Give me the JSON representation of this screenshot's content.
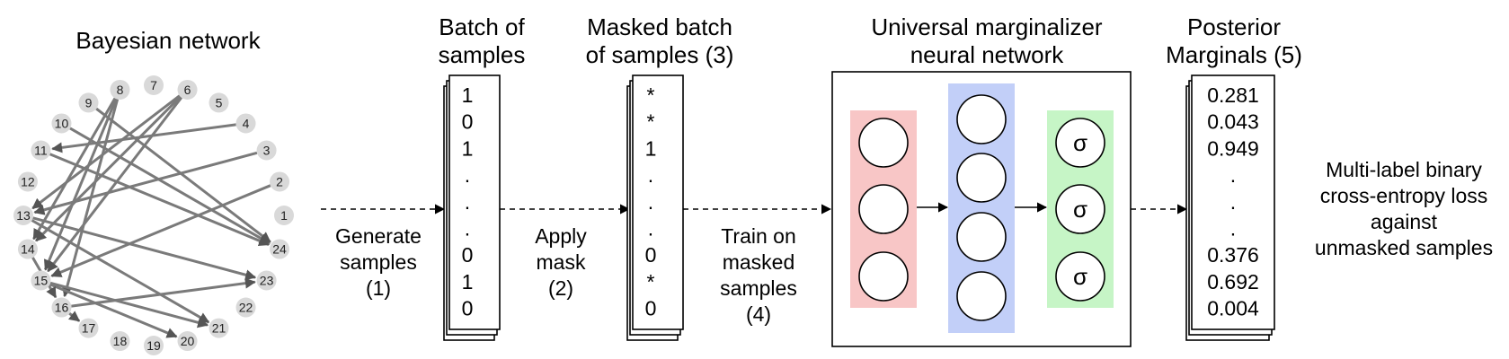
{
  "bayes": {
    "title": "Bayesian network",
    "nodes": [
      "1",
      "2",
      "3",
      "4",
      "5",
      "6",
      "7",
      "8",
      "9",
      "10",
      "11",
      "12",
      "13",
      "14",
      "15",
      "16",
      "17",
      "18",
      "19",
      "20",
      "21",
      "22",
      "23",
      "24"
    ],
    "edges": [
      [
        "8",
        "14"
      ],
      [
        "8",
        "15"
      ],
      [
        "8",
        "16"
      ],
      [
        "6",
        "13"
      ],
      [
        "6",
        "14"
      ],
      [
        "6",
        "15"
      ],
      [
        "4",
        "11"
      ],
      [
        "3",
        "13"
      ],
      [
        "2",
        "15"
      ],
      [
        "9",
        "24"
      ],
      [
        "10",
        "24"
      ],
      [
        "11",
        "24"
      ],
      [
        "13",
        "23"
      ],
      [
        "13",
        "21"
      ],
      [
        "15",
        "21"
      ],
      [
        "15",
        "20"
      ],
      [
        "16",
        "23"
      ],
      [
        "16",
        "17"
      ],
      [
        "14",
        "16"
      ]
    ]
  },
  "batch": {
    "title_line1": "Batch of",
    "title_line2": "samples",
    "values": [
      "1",
      "0",
      "1",
      ".",
      ".",
      ".",
      "0",
      "1",
      "0"
    ]
  },
  "masked": {
    "title_line1": "Masked batch",
    "title_line2": "of samples (3)",
    "values": [
      "*",
      "*",
      "1",
      ".",
      ".",
      ".",
      "0",
      "*",
      "0"
    ]
  },
  "network": {
    "title_line1": "Universal marginalizer",
    "title_line2": "neural network",
    "output_symbol": "σ",
    "colors": {
      "input": "#f8c6c6",
      "hidden": "#c2cff8",
      "output": "#c6f5c6"
    }
  },
  "posterior": {
    "title_line1": "Posterior",
    "title_line2": "Marginals (5)",
    "values": [
      "0.281",
      "0.043",
      "0.949",
      ".",
      ".",
      ".",
      "0.376",
      "0.692",
      "0.004"
    ]
  },
  "steps": {
    "generate": [
      "Generate",
      "samples",
      "(1)"
    ],
    "mask": [
      "Apply",
      "mask",
      "(2)"
    ],
    "train": [
      "Train on",
      "masked",
      "samples",
      "(4)"
    ]
  },
  "loss": [
    "Multi-label binary",
    "cross-entropy loss",
    "against",
    "unmasked samples"
  ]
}
